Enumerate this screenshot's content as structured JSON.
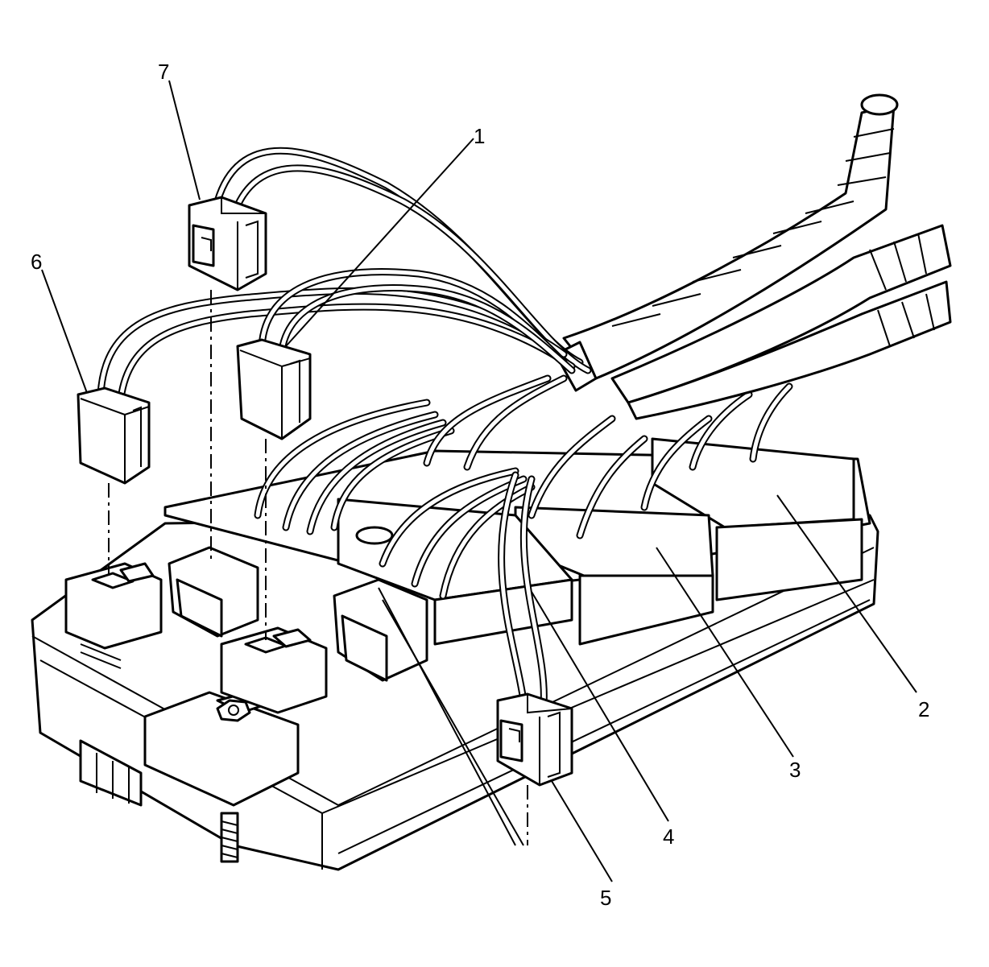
{
  "diagram": {
    "callouts": [
      "1",
      "2",
      "3",
      "4",
      "5",
      "6",
      "7"
    ]
  }
}
